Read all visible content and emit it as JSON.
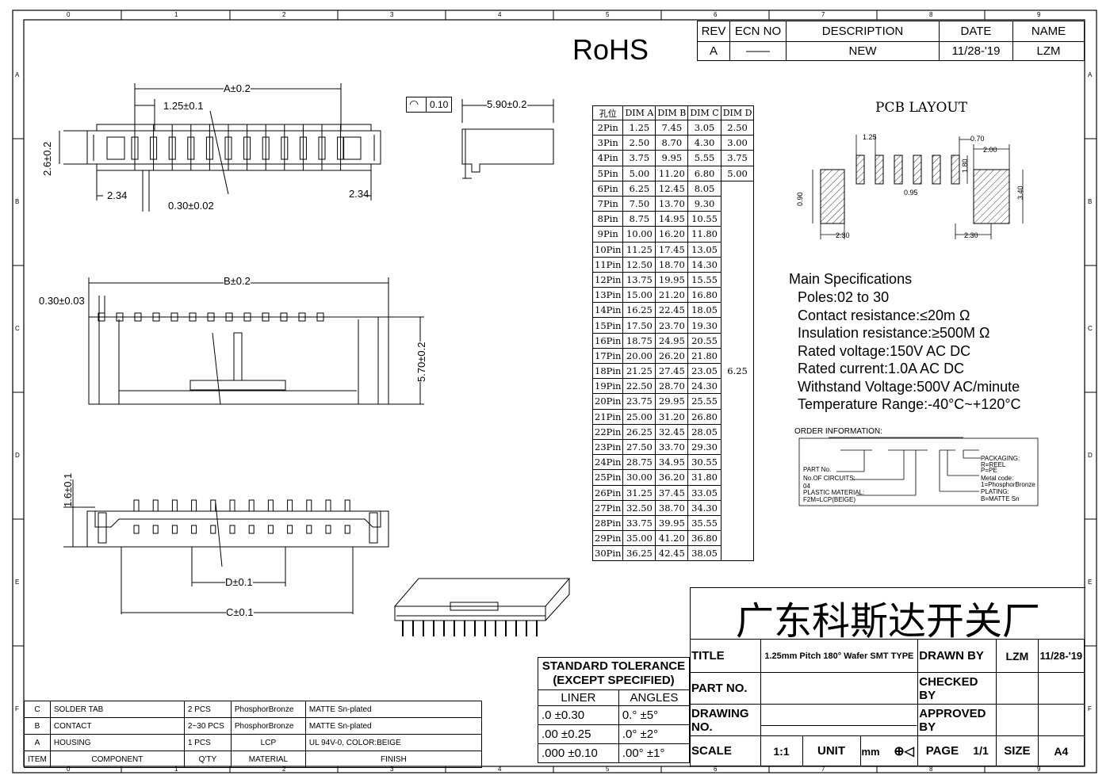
{
  "border": {
    "col_numbers": [
      "0",
      "1",
      "2",
      "3",
      "4",
      "5",
      "6",
      "7",
      "8",
      "9"
    ],
    "row_letters": [
      "A",
      "B",
      "C",
      "D",
      "E",
      "F"
    ]
  },
  "rohs": "RoHS",
  "revision": {
    "headers": [
      "REV",
      "ECN NO",
      "DESCRIPTION",
      "DATE",
      "NAME"
    ],
    "row": [
      "A",
      "——",
      "NEW",
      "11/28-'19",
      "LZM"
    ]
  },
  "top_view": {
    "dim_a": "A±0.2",
    "pitch": "1.25±0.1",
    "height": "2.6±0.2",
    "edge_left": "2.34",
    "edge_right": "2.34",
    "pin_width": "0.30±0.02"
  },
  "flatness": {
    "value": "0.10"
  },
  "side_view": {
    "depth": "5.90±0.2"
  },
  "mid_view": {
    "dim_b": "B±0.2",
    "thickness": "0.30±0.03",
    "length": "5.70±0.2"
  },
  "bottom_view": {
    "height": "1.6±0.1",
    "dim_d": "D±0.1",
    "dim_c": "C±0.1"
  },
  "dim_table": {
    "headers": [
      "孔位",
      "DIM A",
      "DIM B",
      "DIM C",
      "DIM D"
    ],
    "rows": [
      [
        "2Pin",
        "1.25",
        "7.45",
        "3.05",
        "2.50"
      ],
      [
        "3Pin",
        "2.50",
        "8.70",
        "4.30",
        "3.00"
      ],
      [
        "4Pin",
        "3.75",
        "9.95",
        "5.55",
        "3.75"
      ],
      [
        "5Pin",
        "5.00",
        "11.20",
        "6.80",
        "5.00"
      ],
      [
        "6Pin",
        "6.25",
        "12.45",
        "8.05",
        ""
      ],
      [
        "7Pin",
        "7.50",
        "13.70",
        "9.30",
        ""
      ],
      [
        "8Pin",
        "8.75",
        "14.95",
        "10.55",
        ""
      ],
      [
        "9Pin",
        "10.00",
        "16.20",
        "11.80",
        ""
      ],
      [
        "10Pin",
        "11.25",
        "17.45",
        "13.05",
        ""
      ],
      [
        "11Pin",
        "12.50",
        "18.70",
        "14.30",
        ""
      ],
      [
        "12Pin",
        "13.75",
        "19.95",
        "15.55",
        ""
      ],
      [
        "13Pin",
        "15.00",
        "21.20",
        "16.80",
        ""
      ],
      [
        "14Pin",
        "16.25",
        "22.45",
        "18.05",
        ""
      ],
      [
        "15Pin",
        "17.50",
        "23.70",
        "19.30",
        ""
      ],
      [
        "16Pin",
        "18.75",
        "24.95",
        "20.55",
        ""
      ],
      [
        "17Pin",
        "20.00",
        "26.20",
        "21.80",
        ""
      ],
      [
        "18Pin",
        "21.25",
        "27.45",
        "23.05",
        ""
      ],
      [
        "19Pin",
        "22.50",
        "28.70",
        "24.30",
        ""
      ],
      [
        "20Pin",
        "23.75",
        "29.95",
        "25.55",
        ""
      ],
      [
        "21Pin",
        "25.00",
        "31.20",
        "26.80",
        ""
      ],
      [
        "22Pin",
        "26.25",
        "32.45",
        "28.05",
        ""
      ],
      [
        "23Pin",
        "27.50",
        "33.70",
        "29.30",
        ""
      ],
      [
        "24Pin",
        "28.75",
        "34.95",
        "30.55",
        ""
      ],
      [
        "25Pin",
        "30.00",
        "36.20",
        "31.80",
        ""
      ],
      [
        "26Pin",
        "31.25",
        "37.45",
        "33.05",
        ""
      ],
      [
        "27Pin",
        "32.50",
        "38.70",
        "34.30",
        ""
      ],
      [
        "28Pin",
        "33.75",
        "39.95",
        "35.55",
        ""
      ],
      [
        "29Pin",
        "35.00",
        "41.20",
        "36.80",
        ""
      ],
      [
        "30Pin",
        "36.25",
        "42.45",
        "38.05",
        ""
      ]
    ],
    "dim_d_merged": "6.25"
  },
  "pcb_layout": {
    "title": "PCB LAYOUT",
    "pitch": "1.25",
    "pad_w": "0.70",
    "pad_h": "1.80",
    "tab_w": "2.00",
    "tab_h": "3.40",
    "gap": "0.90",
    "offset": "0.95",
    "left": "2.30",
    "right": "2.30"
  },
  "specs": {
    "title": "Main Specifications",
    "lines": [
      "Poles:02 to 30",
      "Contact resistance:≤20m Ω",
      "Insulation resistance:≥500M Ω",
      "Rated voltage:150V AC DC",
      "Rated current:1.0A AC DC",
      "Withstand Voltage:500V AC/minute",
      "Temperature Range:-40°C~+120°C"
    ]
  },
  "order_info": {
    "title": "ORDER INFORMATION:",
    "part_no": "PART No.",
    "circuits": "No.OF CIRCUITS:",
    "circuits_val": "04",
    "material": "PLASTIC MATERIAL:",
    "material_val": "F2M=LCP(BEIGE)",
    "packaging": "PACKAGING:",
    "reel": "R=REEL",
    "pe": "P=PE",
    "metal": "Metal code:",
    "metal_val": "1=PhosphorBronze",
    "plating": "PLATING:",
    "plating_val": "B=MATTE Sn"
  },
  "company": "广东科斯达开关厂",
  "title_block": {
    "title_label": "TITLE",
    "title_value": "1.25mm Pitch 180° Wafer SMT TYPE",
    "drawn_by_label": "DRAWN BY",
    "drawn_by": "LZM",
    "drawn_date": "11/28-'19",
    "part_no_label": "PART NO.",
    "checked_by_label": "CHECKED BY",
    "drawing_no_label": "DRAWING NO.",
    "approved_by_label": "APPROVED BY",
    "scale_label": "SCALE",
    "scale": "1:1",
    "unit_label": "UNIT",
    "unit": "mm",
    "page_label": "PAGE",
    "page": "1/1",
    "size_label": "SIZE",
    "size": "A4"
  },
  "tolerance": {
    "title1": "STANDARD TOLERANCE",
    "title2": "(EXCEPT  SPECIFIED)",
    "liner": "LINER",
    "angles": "ANGLES",
    "rows": [
      [
        ".0  ±0.30",
        "0.°  ±5°"
      ],
      [
        ".00  ±0.25",
        ".0°  ±2°"
      ],
      [
        ".000 ±0.10",
        ".00° ±1°"
      ]
    ]
  },
  "bom": {
    "rows": [
      [
        "C",
        "SOLDER TAB",
        "2 PCS",
        "PhosphorBronze",
        "MATTE Sn-plated"
      ],
      [
        "B",
        "CONTACT",
        "2~30 PCS",
        "PhosphorBronze",
        "MATTE Sn-plated"
      ],
      [
        "A",
        "HOUSING",
        "1 PCS",
        "LCP",
        "UL 94V-0, COLOR:BEIGE"
      ]
    ],
    "headers": [
      "ITEM",
      "COMPONENT",
      "Q'TY",
      "MATERIAL",
      "FINISH"
    ]
  }
}
